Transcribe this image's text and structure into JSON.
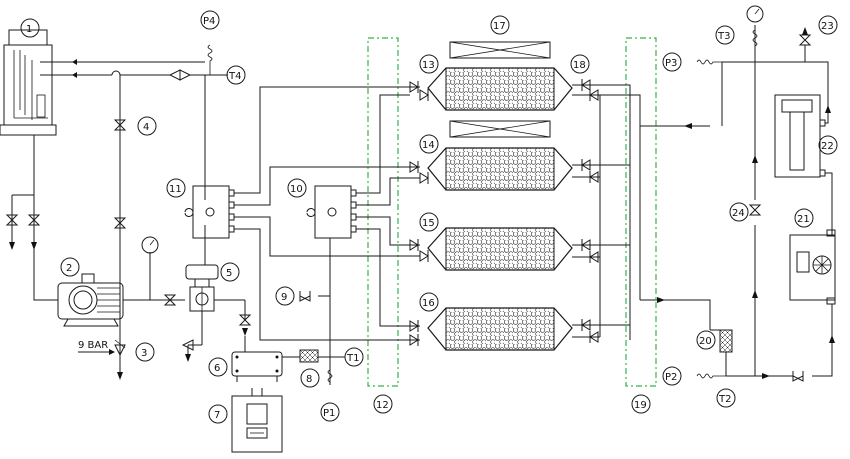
{
  "labels": {
    "n1": "1",
    "n2": "2",
    "n3": "3",
    "n4": "4",
    "n5": "5",
    "n6": "6",
    "n7": "7",
    "n8": "8",
    "n9": "9",
    "n10": "10",
    "n11": "11",
    "n12": "12",
    "n13": "13",
    "n14": "14",
    "n15": "15",
    "n16": "16",
    "n17": "17",
    "n18": "18",
    "n19": "19",
    "n20": "20",
    "n21": "21",
    "n22": "22",
    "n23": "23",
    "n24": "24",
    "p1": "P1",
    "p2": "P2",
    "p3": "P3",
    "p4": "P4",
    "t1": "T1",
    "t2": "T2",
    "t3": "T3",
    "t4": "T4"
  },
  "annotation": {
    "pressure_note": "9 BAR"
  },
  "colors": {
    "line": "#1a1a1a",
    "frame": "#37b24d"
  }
}
